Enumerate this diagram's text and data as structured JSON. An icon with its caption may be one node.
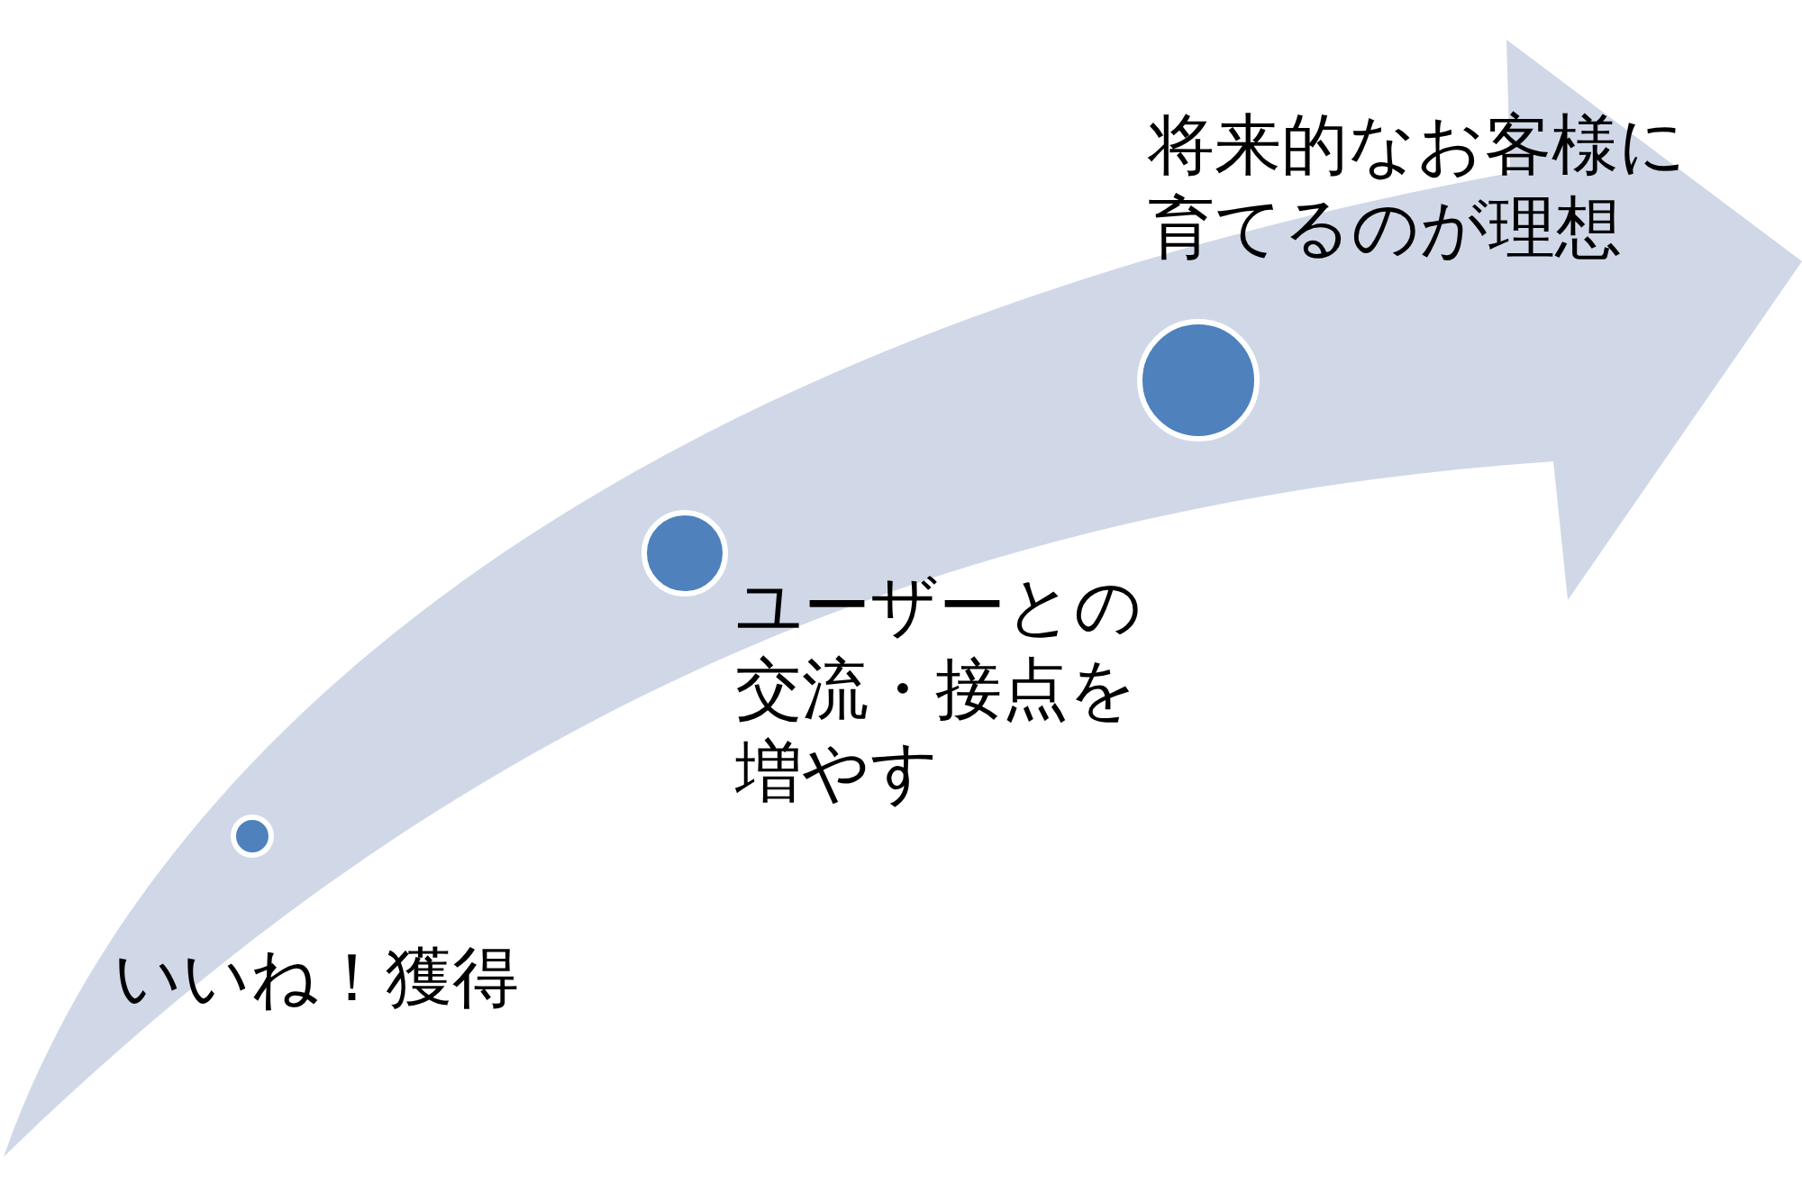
{
  "diagram": {
    "nodes": [
      {
        "text": [],
        "shape": "circle",
        "beside": [
          "いいね！獲得"
        ]
      },
      {
        "text": [],
        "shape": "circle",
        "beside": [
          "ユーザーとの交流・接点を増やす"
        ]
      },
      {
        "text": [],
        "shape": "circle",
        "beside": [
          "将来的なお客様に育てるのが理想"
        ]
      }
    ]
  }
}
